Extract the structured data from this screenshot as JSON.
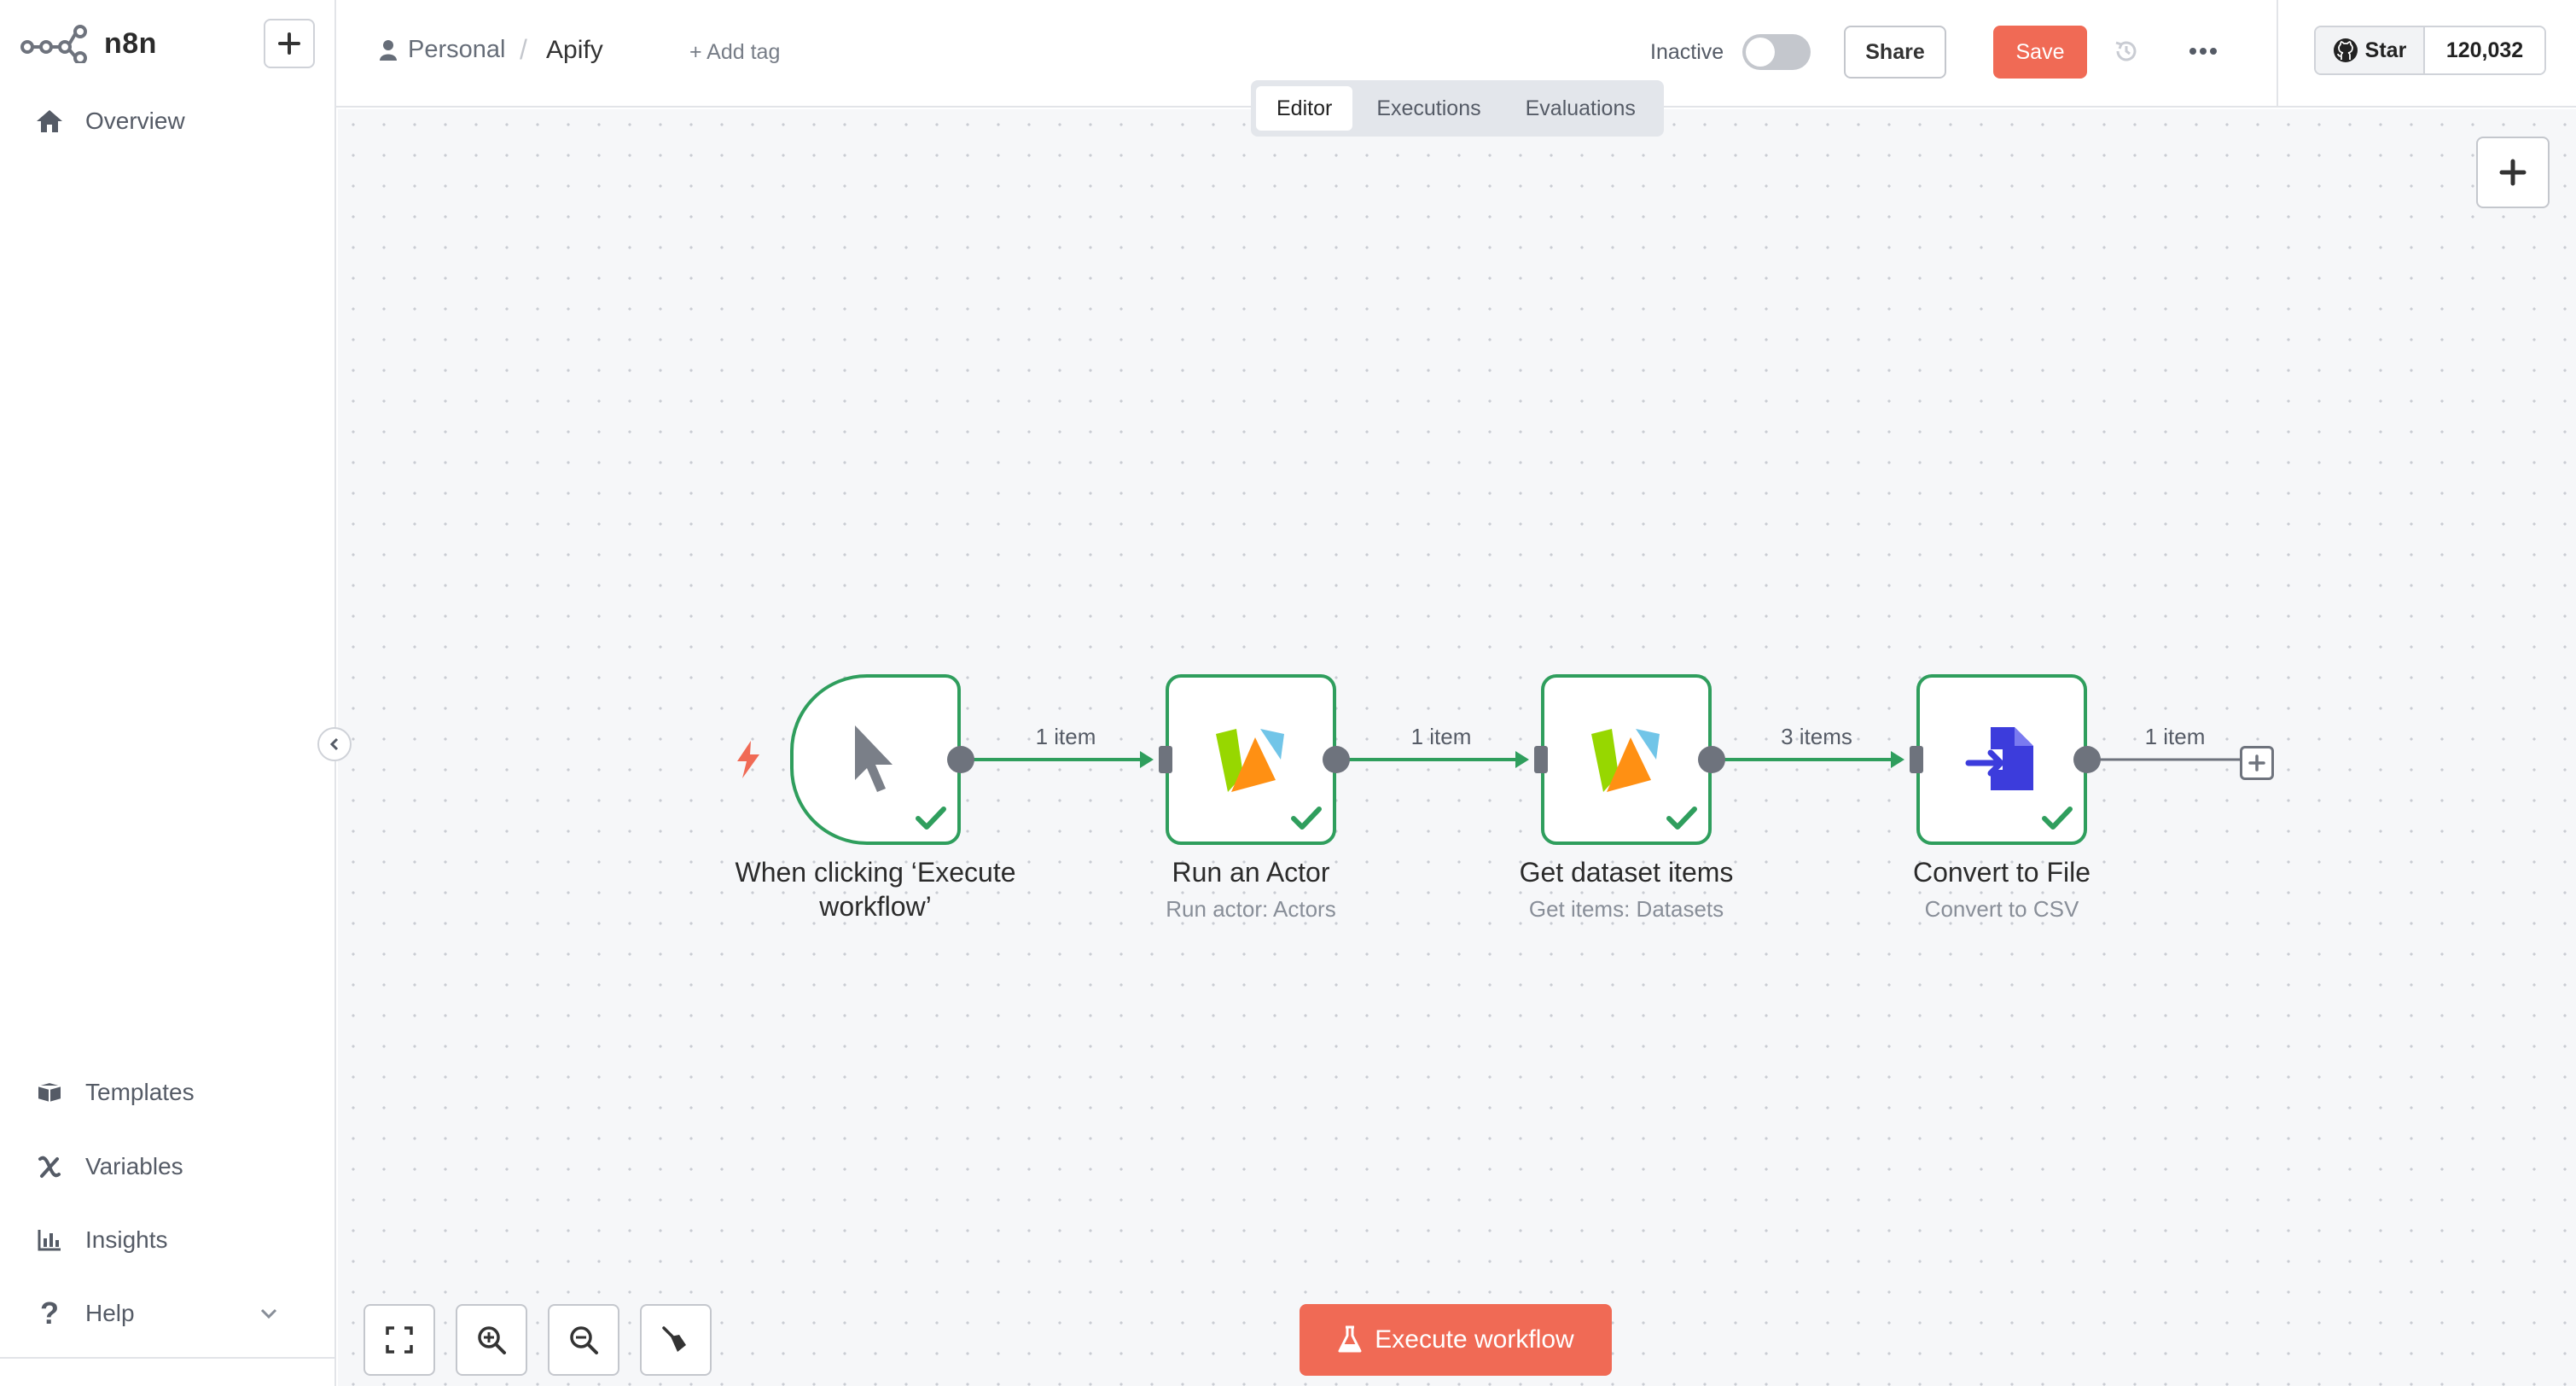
{
  "app": {
    "logo_text": "n8n"
  },
  "sidebar": {
    "items": [
      {
        "label": "Overview",
        "icon": "home-icon"
      }
    ],
    "bottom_items": [
      {
        "label": "Templates",
        "icon": "box-icon"
      },
      {
        "label": "Variables",
        "icon": "variable-icon"
      },
      {
        "label": "Insights",
        "icon": "chart-icon"
      },
      {
        "label": "Help",
        "icon": "question-icon"
      }
    ]
  },
  "header": {
    "project": "Personal",
    "workflow_name": "Apify",
    "add_tag": "+ Add tag",
    "status_label": "Inactive",
    "active": false,
    "share_label": "Share",
    "save_label": "Save",
    "github": {
      "star_label": "Star",
      "count": "120,032"
    }
  },
  "tabs": [
    {
      "label": "Editor",
      "active": true
    },
    {
      "label": "Executions",
      "active": false
    },
    {
      "label": "Evaluations",
      "active": false
    }
  ],
  "workflow": {
    "nodes": [
      {
        "title": "When clicking ‘Execute workflow’",
        "subtitle": "",
        "icon": "cursor-icon",
        "status": "success"
      },
      {
        "title": "Run an Actor",
        "subtitle": "Run actor: Actors",
        "icon": "apify-icon",
        "status": "success"
      },
      {
        "title": "Get dataset items",
        "subtitle": "Get items: Datasets",
        "icon": "apify-icon",
        "status": "success"
      },
      {
        "title": "Convert to File",
        "subtitle": "Convert to CSV",
        "icon": "file-convert-icon",
        "status": "success"
      }
    ],
    "edges": [
      {
        "label": "1 item"
      },
      {
        "label": "1 item"
      },
      {
        "label": "3 items"
      },
      {
        "label": "1 item"
      }
    ]
  },
  "controls": {
    "execute_label": "Execute workflow"
  },
  "colors": {
    "accent": "#f06a55",
    "success": "#2f9e5d",
    "handle": "#6e737d"
  }
}
